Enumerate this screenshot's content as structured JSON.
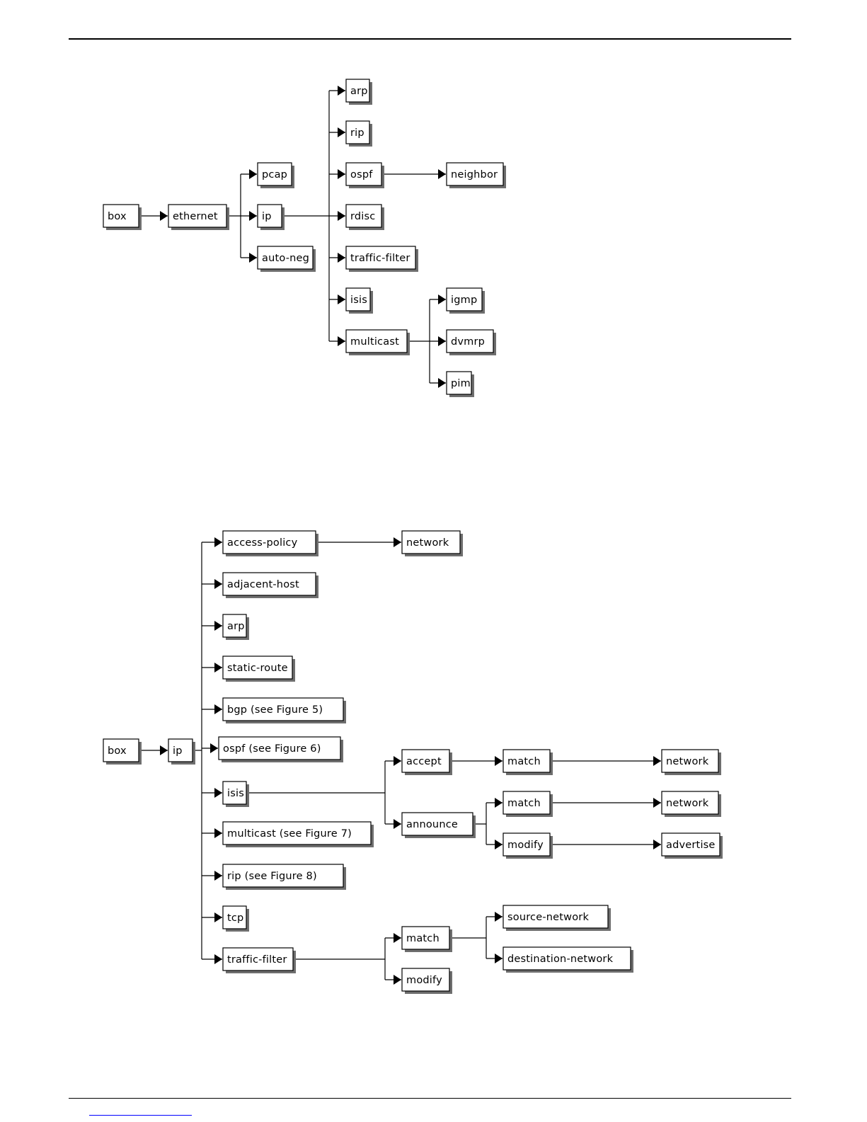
{
  "figure_a": {
    "nodes": [
      {
        "id": "box",
        "label": "box"
      },
      {
        "id": "ethernet",
        "label": "ethernet"
      },
      {
        "id": "pcap",
        "label": "pcap"
      },
      {
        "id": "ip",
        "label": "ip"
      },
      {
        "id": "auto-neg",
        "label": "auto-neg"
      },
      {
        "id": "arp",
        "label": "arp"
      },
      {
        "id": "rip",
        "label": "rip"
      },
      {
        "id": "ospf",
        "label": "ospf"
      },
      {
        "id": "neighbor",
        "label": "neighbor"
      },
      {
        "id": "rdisc",
        "label": "rdisc"
      },
      {
        "id": "traffic-filter",
        "label": "traffic-filter"
      },
      {
        "id": "isis",
        "label": "isis"
      },
      {
        "id": "multicast",
        "label": "multicast"
      },
      {
        "id": "igmp",
        "label": "igmp"
      },
      {
        "id": "dvmrp",
        "label": "dvmrp"
      },
      {
        "id": "pim",
        "label": "pim"
      }
    ],
    "edges": [
      [
        "box",
        "ethernet"
      ],
      [
        "ethernet",
        "pcap"
      ],
      [
        "ethernet",
        "ip"
      ],
      [
        "ethernet",
        "auto-neg"
      ],
      [
        "ip",
        "arp"
      ],
      [
        "ip",
        "rip"
      ],
      [
        "ip",
        "ospf"
      ],
      [
        "ip",
        "rdisc"
      ],
      [
        "ip",
        "traffic-filter"
      ],
      [
        "ip",
        "isis"
      ],
      [
        "ip",
        "multicast"
      ],
      [
        "ospf",
        "neighbor"
      ],
      [
        "multicast",
        "igmp"
      ],
      [
        "multicast",
        "dvmrp"
      ],
      [
        "multicast",
        "pim"
      ]
    ]
  },
  "figure_b": {
    "nodes": [
      {
        "id": "box2",
        "label": "box"
      },
      {
        "id": "ip2",
        "label": "ip"
      },
      {
        "id": "access-policy",
        "label": "access-policy"
      },
      {
        "id": "ap-network",
        "label": "network"
      },
      {
        "id": "adjacent-host",
        "label": "adjacent-host"
      },
      {
        "id": "arp2",
        "label": "arp"
      },
      {
        "id": "static-route",
        "label": "static-route"
      },
      {
        "id": "bgp",
        "label": "bgp (see Figure 5)"
      },
      {
        "id": "ospf2",
        "label": "ospf (see Figure 6)"
      },
      {
        "id": "isis2",
        "label": "isis"
      },
      {
        "id": "accept",
        "label": "accept"
      },
      {
        "id": "accept-match",
        "label": "match"
      },
      {
        "id": "accept-network",
        "label": "network"
      },
      {
        "id": "announce",
        "label": "announce"
      },
      {
        "id": "announce-match",
        "label": "match"
      },
      {
        "id": "announce-network",
        "label": "network"
      },
      {
        "id": "announce-modify",
        "label": "modify"
      },
      {
        "id": "advertise",
        "label": "advertise"
      },
      {
        "id": "multicast2",
        "label": "multicast (see Figure 7)"
      },
      {
        "id": "rip2",
        "label": "rip (see Figure 8)"
      },
      {
        "id": "tcp",
        "label": "tcp"
      },
      {
        "id": "traffic-filter2",
        "label": "traffic-filter"
      },
      {
        "id": "tf-match",
        "label": "match"
      },
      {
        "id": "source-network",
        "label": "source-network"
      },
      {
        "id": "destination-network",
        "label": "destination-network"
      },
      {
        "id": "tf-modify",
        "label": "modify"
      }
    ],
    "edges": [
      [
        "box2",
        "ip2"
      ],
      [
        "ip2",
        "access-policy"
      ],
      [
        "ip2",
        "adjacent-host"
      ],
      [
        "ip2",
        "arp2"
      ],
      [
        "ip2",
        "static-route"
      ],
      [
        "ip2",
        "bgp"
      ],
      [
        "ip2",
        "ospf2"
      ],
      [
        "ip2",
        "isis2"
      ],
      [
        "ip2",
        "multicast2"
      ],
      [
        "ip2",
        "rip2"
      ],
      [
        "ip2",
        "tcp"
      ],
      [
        "ip2",
        "traffic-filter2"
      ],
      [
        "access-policy",
        "ap-network"
      ],
      [
        "isis2",
        "accept"
      ],
      [
        "isis2",
        "announce"
      ],
      [
        "accept",
        "accept-match"
      ],
      [
        "accept-match",
        "accept-network"
      ],
      [
        "announce",
        "announce-match"
      ],
      [
        "announce",
        "announce-modify"
      ],
      [
        "announce-match",
        "announce-network"
      ],
      [
        "announce-modify",
        "advertise"
      ],
      [
        "traffic-filter2",
        "tf-match"
      ],
      [
        "traffic-filter2",
        "tf-modify"
      ],
      [
        "tf-match",
        "source-network"
      ],
      [
        "tf-match",
        "destination-network"
      ]
    ]
  }
}
